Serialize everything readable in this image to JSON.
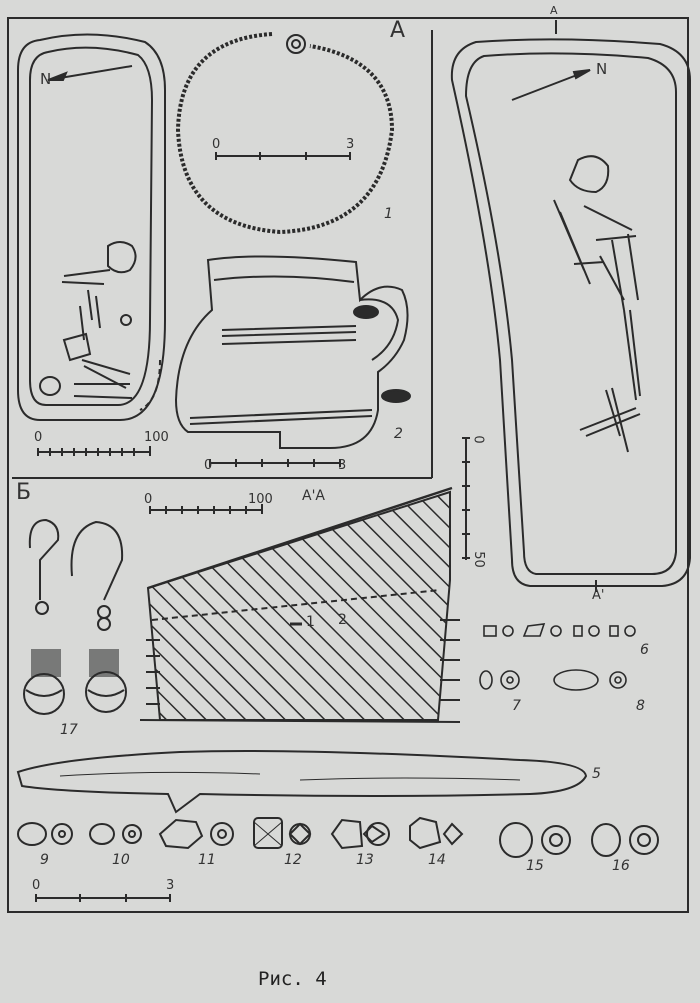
{
  "panels": {
    "a": "А",
    "b": "Б"
  },
  "section_label": "A'A",
  "section_marks": {
    "top": "A",
    "bottom": "A'"
  },
  "north": "N",
  "items": {
    "i1": "1",
    "i2": "2",
    "i5": "5",
    "i6": "6",
    "i7": "7",
    "i8": "8",
    "i9": "9",
    "i10": "10",
    "i11": "11",
    "i12": "12",
    "i13": "13",
    "i14": "14",
    "i15": "15",
    "i16": "16",
    "i17": "17"
  },
  "fill_labels": {
    "f1": "1",
    "f2": "2"
  },
  "scales": {
    "grave_left": {
      "start": "0",
      "end": "100"
    },
    "torque": {
      "start": "0",
      "end": "3"
    },
    "jug": {
      "start": "0",
      "end": "3"
    },
    "section": {
      "start": "0",
      "end": "100"
    },
    "vertical": {
      "start": "0",
      "end": "50"
    },
    "beads": {
      "start": "0",
      "end": "3"
    }
  },
  "caption": "Рис. 4"
}
